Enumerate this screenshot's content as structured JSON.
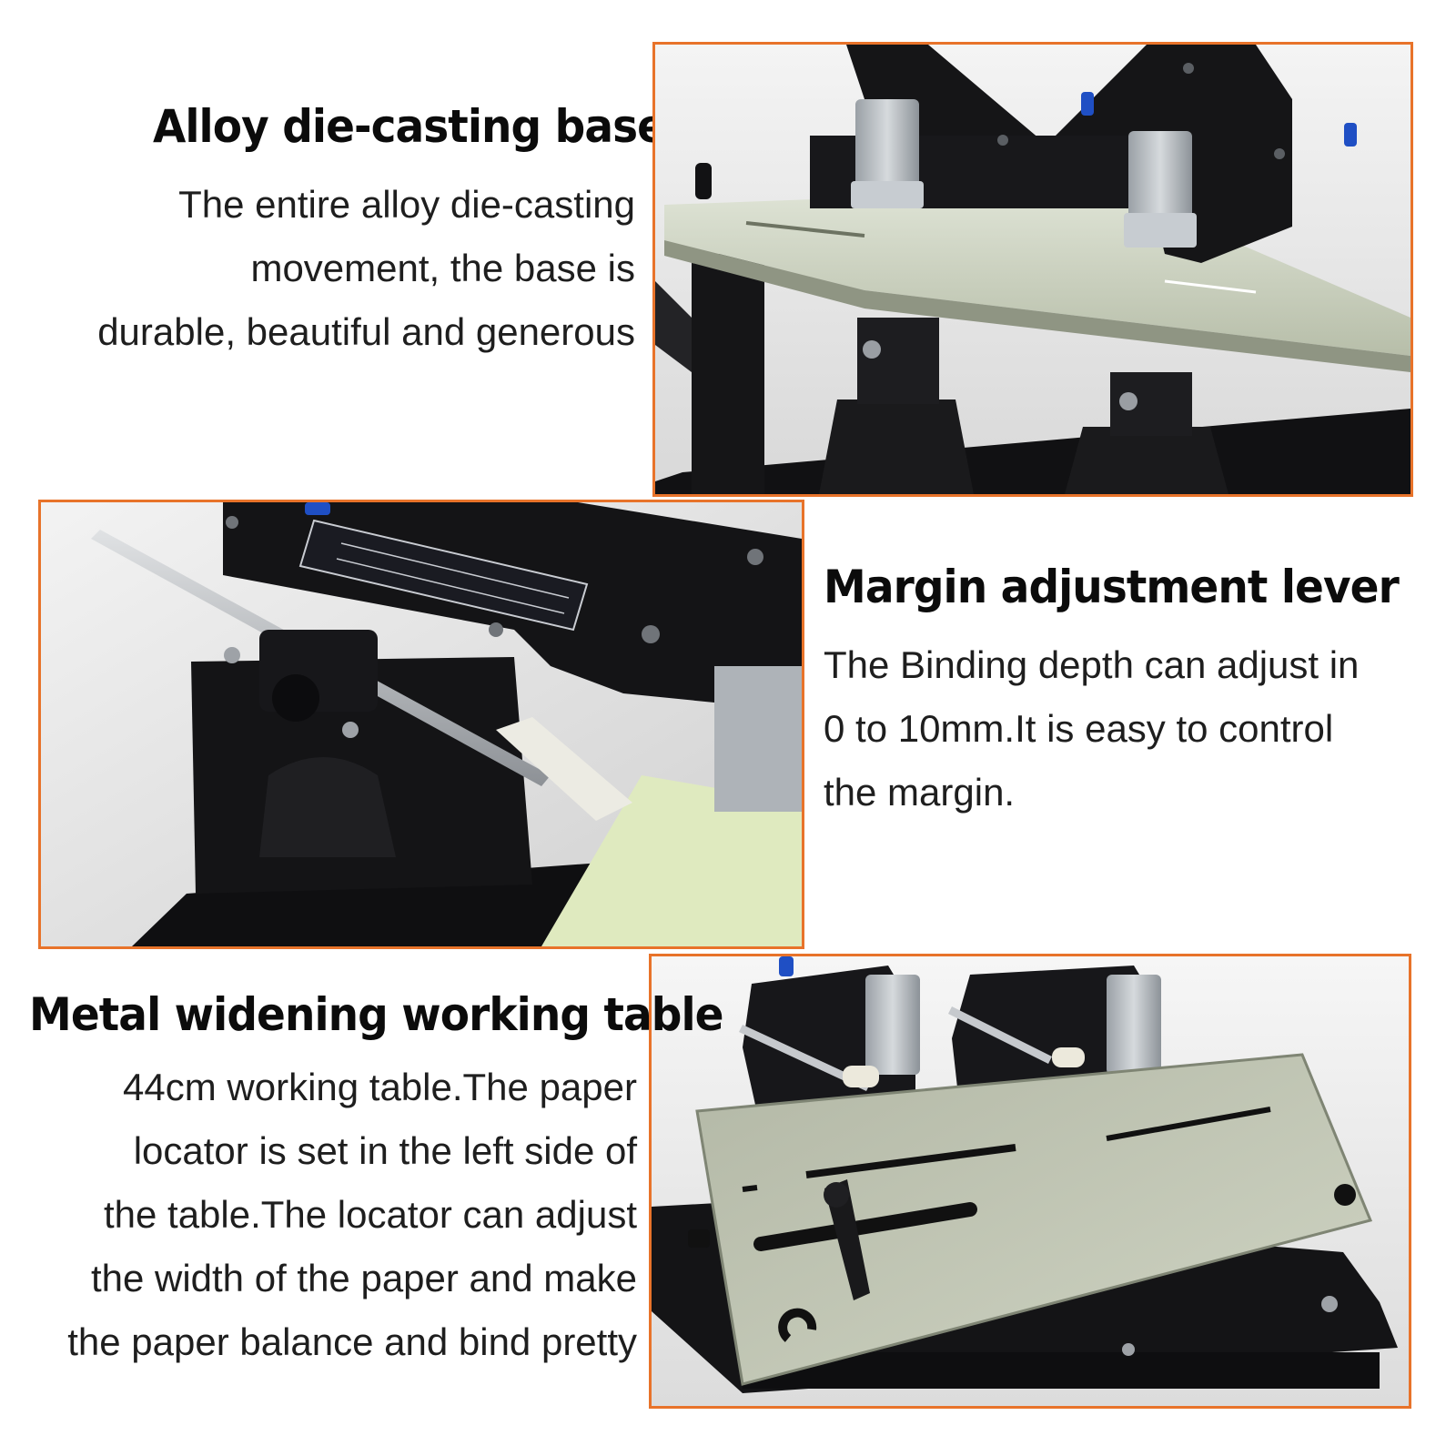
{
  "features": [
    {
      "title": "Alloy die-casting base",
      "description_lines": [
        "The entire alloy die-casting",
        "movement, the base is",
        "durable, beautiful and generous"
      ],
      "photo_subject": "stapler-base-closeup"
    },
    {
      "title": "Margin adjustment lever",
      "description_lines": [
        "The Binding depth can adjust in",
        "0 to 10mm.It is easy to control",
        "the margin."
      ],
      "photo_subject": "margin-lever-closeup"
    },
    {
      "title": "Metal widening working table",
      "description_lines": [
        "44cm working table.The paper",
        "locator is set in the left side of",
        "the table.The locator can adjust",
        "the width of the paper and make",
        "the paper balance and bind pretty"
      ],
      "photo_subject": "working-table-overview"
    }
  ],
  "colors": {
    "frame_border": "#e8732a",
    "machine_black": "#141416",
    "table_gray_green": "#c9cfbe",
    "stapler_head_silver": "#b9bec4",
    "knob_blue": "#1f4fc4",
    "paper_green": "#dfeabf"
  }
}
